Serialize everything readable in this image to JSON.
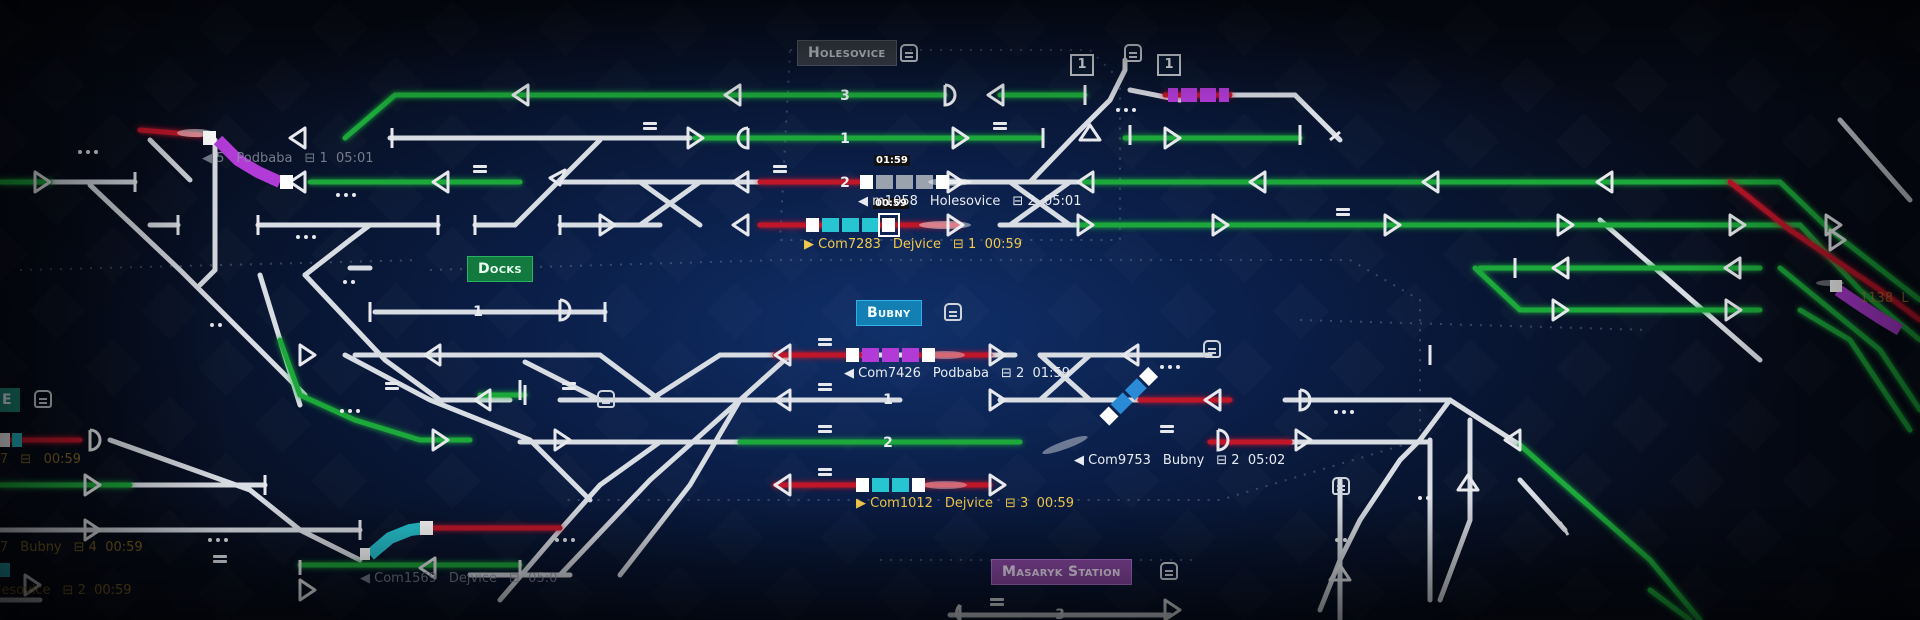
{
  "colors": {
    "track_idle": "#d8dce3",
    "track_clear": "#1fa83a",
    "track_occupied": "#c0182a",
    "train_purple": "#b23bd8",
    "train_cyan": "#27c4d1",
    "train_blue": "#2a8ad6",
    "station_gray": "#3a3f4a",
    "station_green": "#127a3e",
    "station_blue": "#137fb3",
    "station_purple": "#8e4aa8",
    "info_yellow": "#f2c94c"
  },
  "stations": {
    "holesovice": "Holesovice",
    "docks": "Docks",
    "bubny": "Bubny",
    "masaryk": "Masaryk Station",
    "left_cut": "E"
  },
  "track_labels": {
    "t3_top": "3",
    "t1_top": "1",
    "t2_top": "2",
    "docks_1": "1",
    "bubny_1": "1",
    "bubny_2": "2",
    "masaryk_3": "3"
  },
  "number_boxes": {
    "box_a": "1",
    "box_b": "1"
  },
  "timers": {
    "upper": "01:59",
    "lower": "00:59"
  },
  "trains": {
    "com1058": {
      "id": "Com1058",
      "dest": "Holesovice",
      "platform": "2",
      "time": "05:01",
      "id_partial": "m1058"
    },
    "com7283": {
      "id": "Com7283",
      "dest": "Dejvice",
      "platform": "1",
      "time": "00:59"
    },
    "com7426": {
      "id": "Com7426",
      "dest": "Podbaba",
      "platform": "2",
      "time": "01:59"
    },
    "com9753": {
      "id": "Com9753",
      "dest": "Bubny",
      "platform": "2",
      "time": "05:02"
    },
    "com1012": {
      "id": "Com1012",
      "dest": "Dejvice",
      "platform": "3",
      "time": "00:59"
    },
    "podbaba_left": {
      "dest": "Podbaba",
      "platform": "1",
      "time": "05:01",
      "id_partial": "5"
    },
    "left_dim_a": {
      "time": "00:59",
      "id_partial": "7"
    },
    "left_dim_b": {
      "dest": "Bubny",
      "platform": "4",
      "time": "00:59",
      "id_partial": "7"
    },
    "left_dim_c": {
      "dest": "Holesovice",
      "platform": "2",
      "time": "00:59"
    },
    "com1569": {
      "id": "Com1569",
      "dest": "Dejvice",
      "platform": "",
      "time": "05:0"
    },
    "right_edge": {
      "id": "1138",
      "id_partial": "L"
    }
  },
  "icons": {
    "triangle_signal": "signal-triangle-icon",
    "half_circle_signal": "signal-halfcircle-icon",
    "platform": "platform-icon",
    "speed_limit": "speed-icon",
    "train_direction": "direction-arrow-icon"
  }
}
